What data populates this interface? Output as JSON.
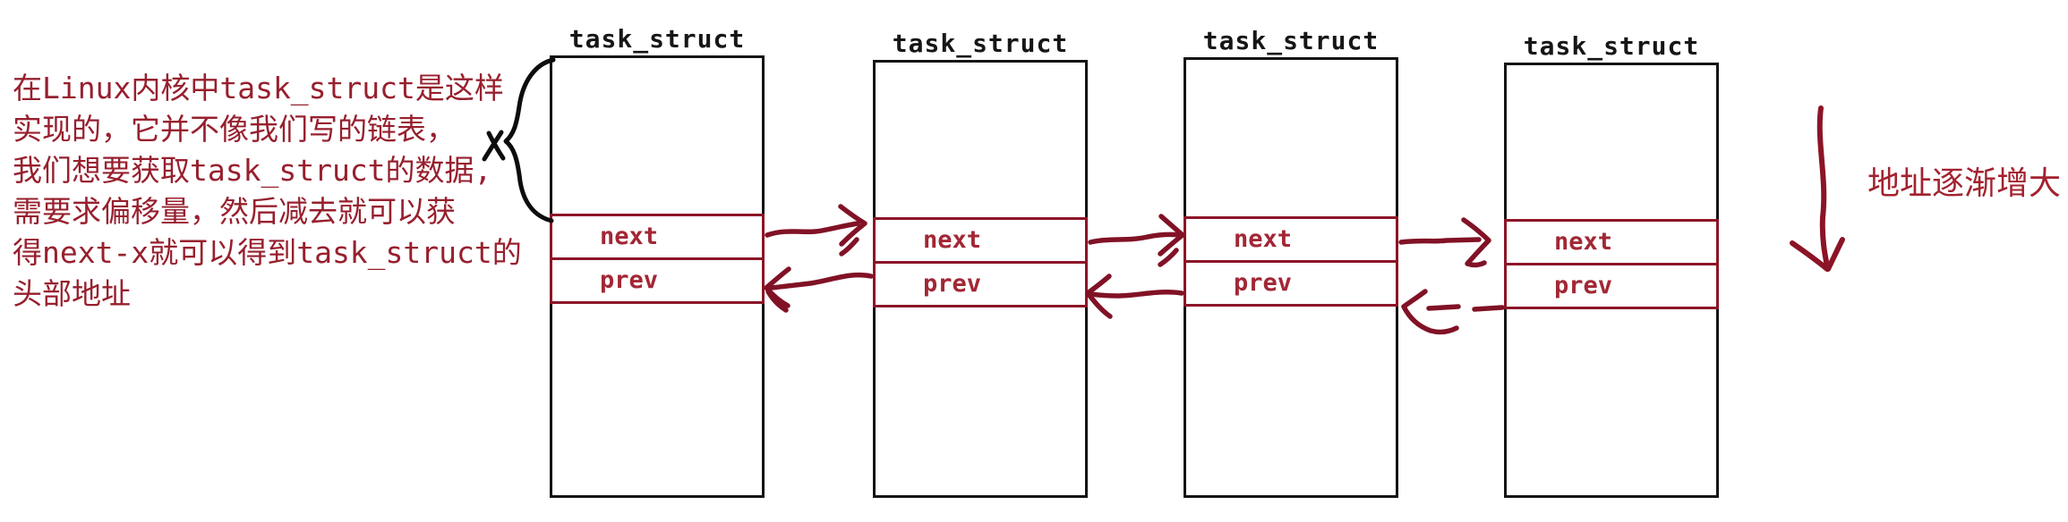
{
  "annotation": {
    "lines": [
      "在Linux内核中task_struct是这样",
      "实现的，它并不像我们写的链表，",
      "我们想要获取task_struct的数据,",
      "需要求偏移量，然后减去就可以获",
      "得next-x就可以得到task_struct的",
      "头部地址"
    ]
  },
  "nodes": [
    {
      "title": "task_struct",
      "fields": {
        "next": "next",
        "prev": "prev"
      }
    },
    {
      "title": "task_struct",
      "fields": {
        "next": "next",
        "prev": "prev"
      }
    },
    {
      "title": "task_struct",
      "fields": {
        "next": "next",
        "prev": "prev"
      }
    },
    {
      "title": "task_struct",
      "fields": {
        "next": "next",
        "prev": "prev"
      }
    }
  ],
  "side_note": "地址逐渐增大",
  "arrows": [
    {
      "type": "next",
      "from": 1,
      "to": 2,
      "direction": "right"
    },
    {
      "type": "prev",
      "from": 2,
      "to": 1,
      "direction": "left"
    },
    {
      "type": "next",
      "from": 2,
      "to": 3,
      "direction": "right"
    },
    {
      "type": "prev",
      "from": 3,
      "to": 2,
      "direction": "left"
    },
    {
      "type": "next",
      "from": 3,
      "to": 4,
      "direction": "right"
    },
    {
      "type": "prev",
      "from": 4,
      "to": 3,
      "direction": "left",
      "style": "dashed"
    },
    {
      "type": "address-growth",
      "direction": "down"
    }
  ],
  "colors": {
    "annotation_text": "#97202e",
    "field_text": "#a22735",
    "field_border": "#8c1527",
    "box_border": "#141414",
    "title_text": "#161616",
    "arrow_ink": "#811226",
    "brace_ink": "#0d0d0d",
    "background": "#ffffff"
  }
}
